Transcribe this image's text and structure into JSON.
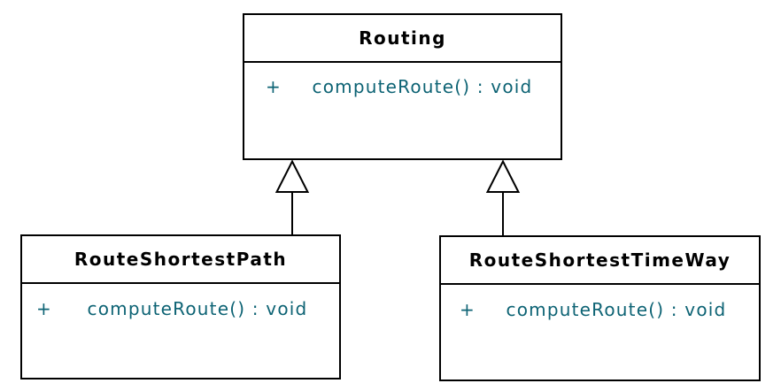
{
  "diagram": {
    "kind": "uml-class-diagram",
    "background_color": "#ffffff",
    "border_color": "#000000",
    "title_text_color": "#000000",
    "method_text_color": "#0d6374",
    "classes": [
      {
        "id": "routing",
        "name": "Routing",
        "methods": [
          {
            "visibility": "+",
            "signature": "computeRoute() : void"
          }
        ]
      },
      {
        "id": "route-shortest-path",
        "name": "RouteShortestPath",
        "methods": [
          {
            "visibility": "+",
            "signature": "computeRoute() : void"
          }
        ]
      },
      {
        "id": "route-shortest-time-way",
        "name": "RouteShortestTimeWay",
        "methods": [
          {
            "visibility": "+",
            "signature": "computeRoute() : void"
          }
        ]
      }
    ],
    "relationships": [
      {
        "type": "generalization",
        "from": "RouteShortestPath",
        "to": "Routing"
      },
      {
        "type": "generalization",
        "from": "RouteShortestTimeWay",
        "to": "Routing"
      }
    ]
  }
}
